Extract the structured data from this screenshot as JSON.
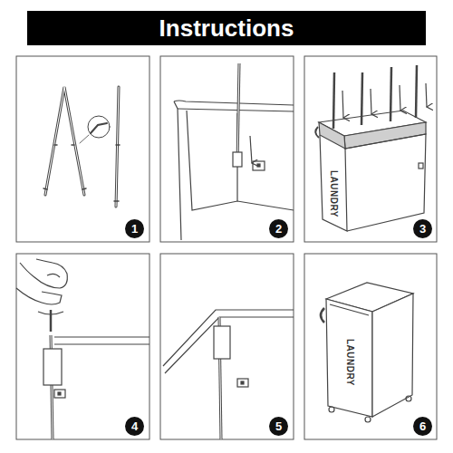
{
  "diagram": {
    "title": "Instructions",
    "labels": [
      "1",
      "2",
      "LAUNDRY",
      "3",
      "4",
      "5",
      "LAUNDRY",
      "6"
    ]
  }
}
